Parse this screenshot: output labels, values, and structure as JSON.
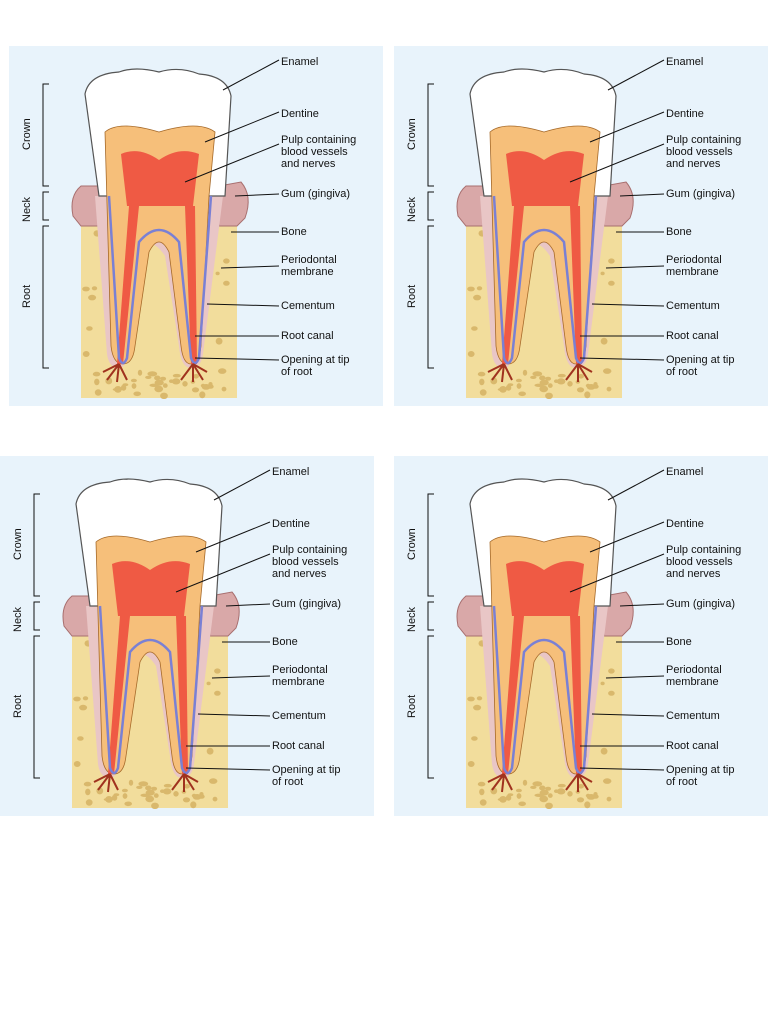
{
  "colors": {
    "panel_bg": "#e8f3fb",
    "bone": "#f2dd9c",
    "bone_spot": "#d9b86c",
    "enamel": "#ffffff",
    "dentine": "#f6bf7a",
    "pulp": "#ef5a44",
    "nerve": "#7a80d4",
    "membrane": "#e9c6c6",
    "gum": "#d9a8a8",
    "line": "#111111"
  },
  "sections": {
    "crown": "Crown",
    "neck": "Neck",
    "root": "Root"
  },
  "labels": {
    "enamel": "Enamel",
    "dentine": "Dentine",
    "pulp_1": "Pulp containing",
    "pulp_2": "blood vessels",
    "pulp_3": "and nerves",
    "gum": "Gum (gingiva)",
    "bone": "Bone",
    "membrane_1": "Periodontal",
    "membrane_2": "membrane",
    "cementum": "Cementum",
    "root_canal": "Root canal",
    "opening_1": "Opening at tip",
    "opening_2": "of root"
  },
  "panels": [
    {
      "id": "top-left"
    },
    {
      "id": "top-right"
    },
    {
      "id": "bottom-left"
    },
    {
      "id": "bottom-right"
    }
  ]
}
